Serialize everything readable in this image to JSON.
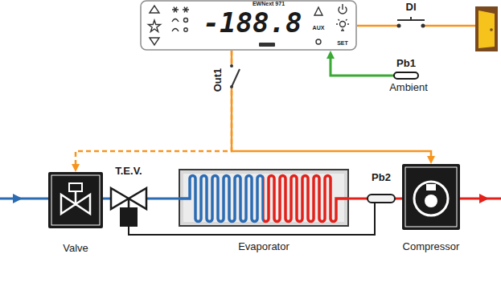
{
  "diagram": {
    "nodes": [
      {
        "text": [
          "EWNext 971",
          "-188.8",
          "AUX",
          "SET"
        ]
      },
      {
        "text": [
          "Pb1",
          "Ambient"
        ]
      },
      {
        "text": [
          "Valve"
        ]
      },
      {
        "text": [
          "T.E.V."
        ]
      },
      {
        "text": [
          "Evaporator"
        ]
      },
      {
        "text": [
          "Pb2"
        ]
      },
      {
        "text": [
          "Compressor"
        ]
      }
    ],
    "edges": [
      {
        "from": 1,
        "to": 0,
        "arrow": "to"
      },
      {
        "from": 0,
        "to": 2,
        "arrow": "to"
      },
      {
        "from": 0,
        "to": 6,
        "arrow": "to"
      },
      {
        "from": 2,
        "to": 3,
        "arrow": "none"
      },
      {
        "from": 3,
        "to": 4,
        "arrow": "none"
      },
      {
        "from": 4,
        "to": 5,
        "arrow": "none"
      },
      {
        "from": 5,
        "to": 6,
        "arrow": "none"
      },
      {
        "from": 5,
        "to": 3,
        "arrow": "none"
      }
    ],
    "labels": [
      "Out1",
      "DI"
    ]
  }
}
